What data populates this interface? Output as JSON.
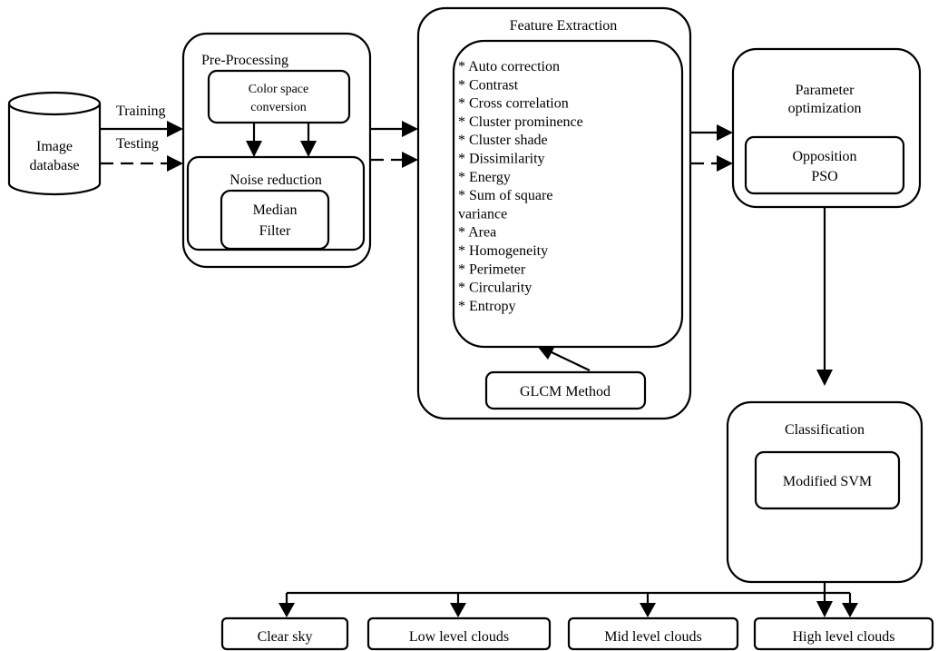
{
  "database": {
    "line1": "Image",
    "line2": "database"
  },
  "edges": {
    "training": "Training",
    "testing": "Testing"
  },
  "preprocessing": {
    "title": "Pre-Processing",
    "color_space": {
      "line1": "Color space",
      "line2": "conversion"
    },
    "noise_reduction": "Noise reduction",
    "median_filter": {
      "line1": "Median",
      "line2": "Filter"
    }
  },
  "feature_extraction": {
    "title": "Feature Extraction",
    "features": [
      "* Auto correction",
      "* Contrast",
      "* Cross correlation",
      "* Cluster prominence",
      "* Cluster shade",
      "* Dissimilarity",
      "* Energy",
      "* Sum of square",
      "variance",
      "* Area",
      "* Homogeneity",
      "* Perimeter",
      "* Circularity",
      "* Entropy"
    ],
    "glcm": "GLCM Method"
  },
  "parameter_optimization": {
    "title_line1": "Parameter",
    "title_line2": "optimization",
    "opposition_pso": {
      "line1": "Opposition",
      "line2": "PSO"
    }
  },
  "classification": {
    "title": "Classification",
    "modified_svm": "Modified SVM"
  },
  "outputs": [
    "Clear sky",
    "Low level clouds",
    "Mid level clouds",
    "High level clouds"
  ]
}
